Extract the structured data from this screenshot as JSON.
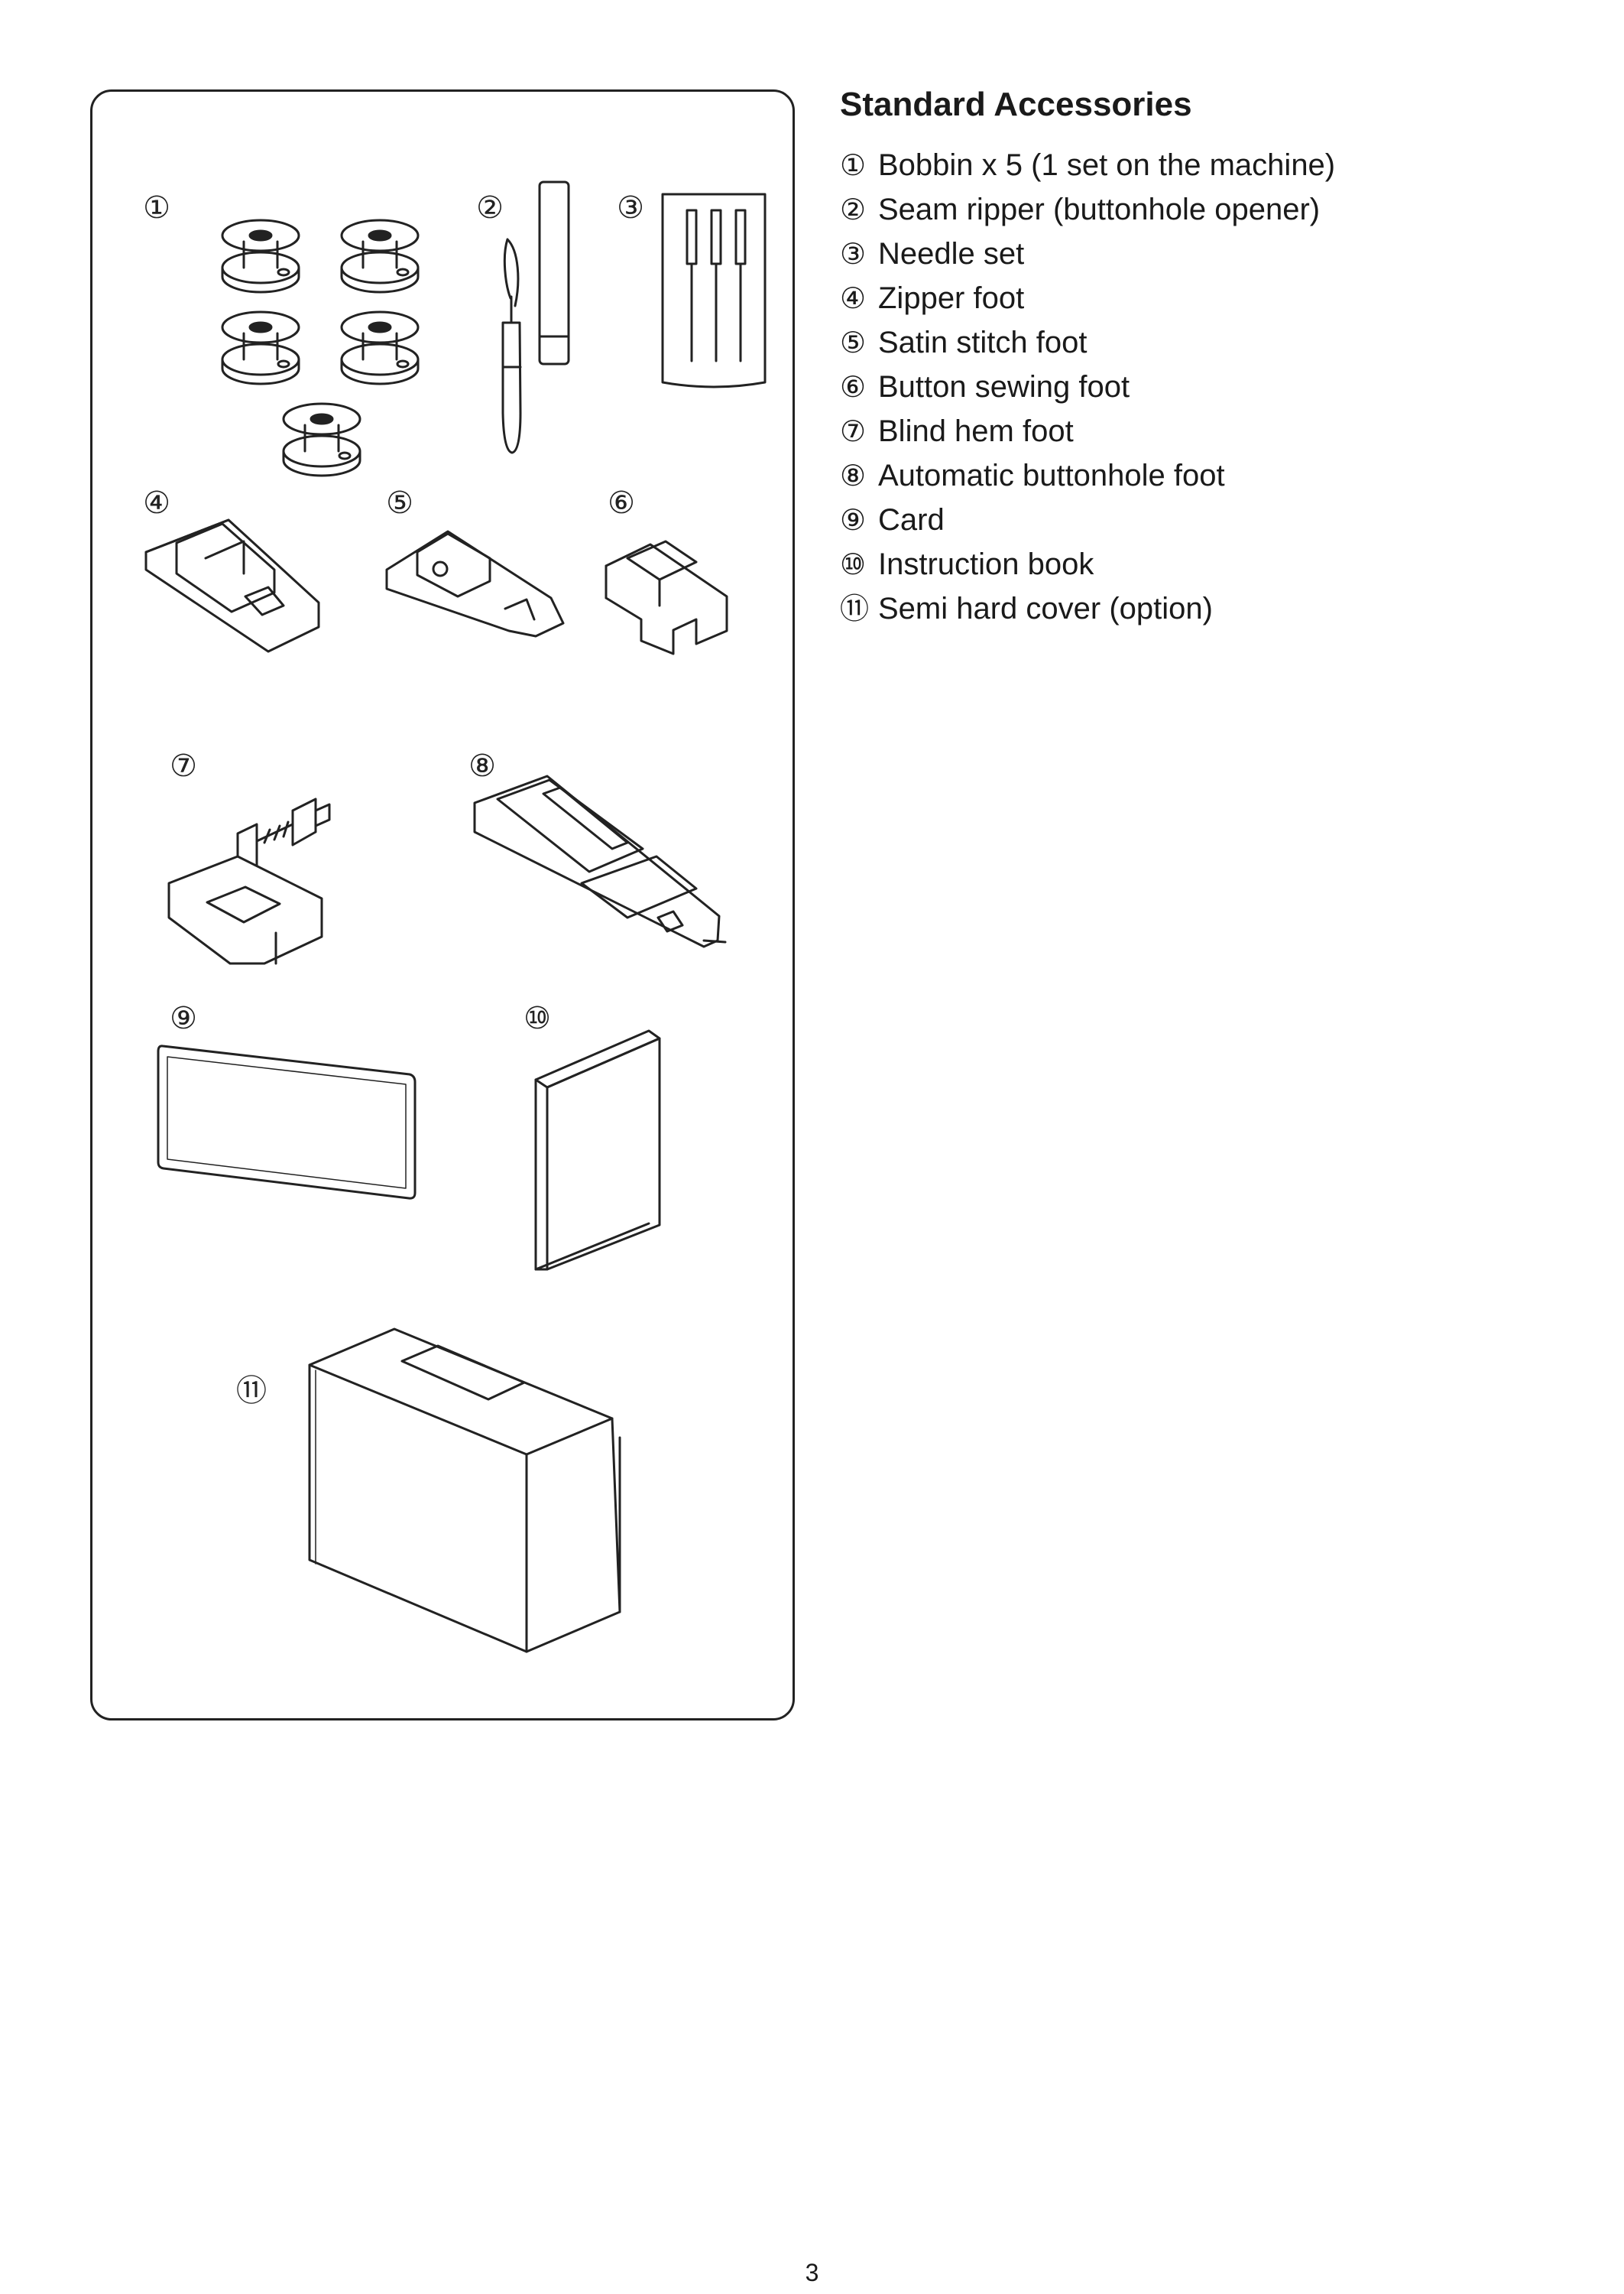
{
  "section": {
    "title": "Standard Accessories"
  },
  "accessories": [
    {
      "marker": "①",
      "label": "Bobbin x 5 (1 set on the machine)"
    },
    {
      "marker": "②",
      "label": "Seam ripper (buttonhole opener)"
    },
    {
      "marker": "③",
      "label": "Needle set"
    },
    {
      "marker": "④",
      "label": "Zipper foot"
    },
    {
      "marker": "⑤",
      "label": "Satin stitch foot"
    },
    {
      "marker": "⑥",
      "label": "Button sewing foot"
    },
    {
      "marker": "⑦",
      "label": "Blind hem foot"
    },
    {
      "marker": "⑧",
      "label": "Automatic buttonhole foot"
    },
    {
      "marker": "⑨",
      "label": "Card"
    },
    {
      "marker": "⑩",
      "label": "Instruction book"
    },
    {
      "marker": "⑪",
      "label": "Semi hard cover (option)"
    }
  ],
  "figure_markers": [
    "①",
    "②",
    "③",
    "④",
    "⑤",
    "⑥",
    "⑦",
    "⑧",
    "⑨",
    "⑩",
    "⑪"
  ],
  "footer": {
    "page_number": "3"
  }
}
